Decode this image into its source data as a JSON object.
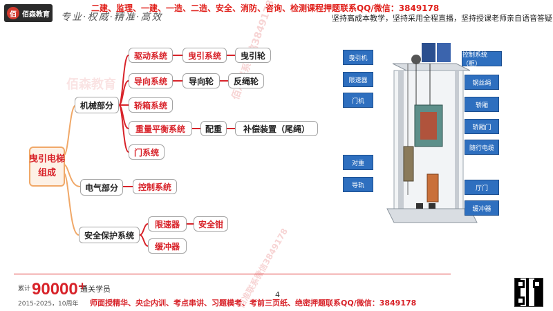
{
  "header": {
    "logo_text": "佰森教育",
    "logo_badge": "佰",
    "slogan_handwritten": "专业·权威·精准·高效",
    "promo_top": "二建、监理、一建、一造、二造、安全、消防、咨询、检测课程押题联系QQ/微信：3849178",
    "promo_sub": "坚持高成本教学，坚持采用全程直播，坚持授课老师亲自语音答疑"
  },
  "mindmap": {
    "root": [
      "曳引电梯",
      "组成"
    ],
    "mechanical": {
      "label": "机械部分",
      "drive": {
        "label": "驱动系统",
        "children": [
          "曳引系统",
          "曳引轮"
        ]
      },
      "guide": {
        "label": "导向系统",
        "children": [
          "导向轮",
          "反绳轮"
        ]
      },
      "car": {
        "label": "轿箱系统"
      },
      "balance": {
        "label": "重量平衡系统",
        "children": [
          "配重",
          "补偿装置（尾绳）"
        ]
      },
      "door": {
        "label": "门系统"
      }
    },
    "electrical": {
      "label": "电气部分",
      "children": [
        "控制系统"
      ]
    },
    "safety": {
      "label": "安全保护系统",
      "limiter": {
        "label": "限速器",
        "children": [
          "安全钳"
        ]
      },
      "buffer": {
        "label": "缓冲器"
      }
    }
  },
  "diagram": {
    "left_labels": [
      "曳引机",
      "限速器",
      "门机",
      "对重",
      "导轨"
    ],
    "right_labels": [
      "控制系统（柜）",
      "钢丝绳",
      "轿厢",
      "轿厢门",
      "随行电缆",
      "厅门",
      "缓冲器"
    ]
  },
  "watermarks": [
    "佰森教育",
    "佰准联系微信3849178",
    "佰准联系微信3849178"
  ],
  "footer": {
    "stat_prefix": "累计",
    "stat_number": "90000⁺",
    "stat_suffix": "通关学员",
    "years": "2015-2025，10周年",
    "page_number": "4",
    "promo_bottom": "师面授精华、央企内训、考点串讲、习题模考、考前三页纸、绝密押题联系QQ/微信：3849178"
  },
  "colors": {
    "accent": "#d8232a",
    "branch": "#f0a868",
    "branch_red": "#d8232a",
    "label_blue": "#2e6fbf"
  }
}
